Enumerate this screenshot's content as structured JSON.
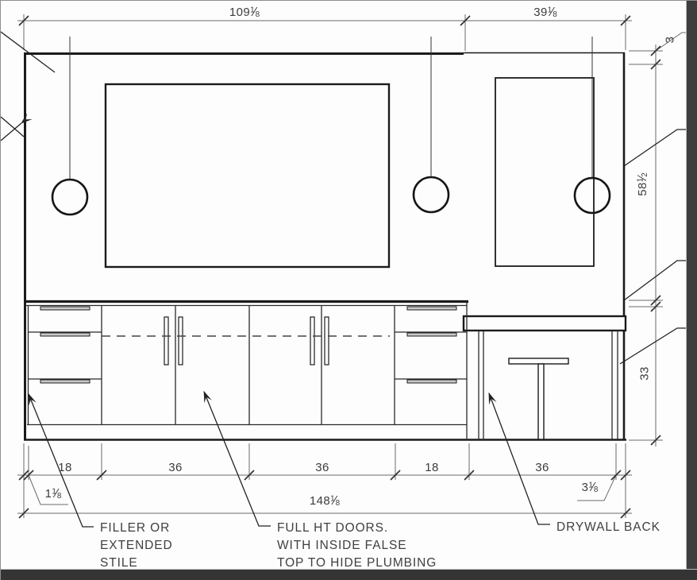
{
  "title": "vanity-elevation-drawing",
  "dimensions": {
    "top": {
      "width_left": "109 1/8",
      "width_right": "39 1/8"
    },
    "right": {
      "top_reveal": "3",
      "upper_height": "58 1/2",
      "lower_height": "33"
    },
    "bottom": {
      "segments": [
        "18",
        "36",
        "36",
        "18",
        "36"
      ],
      "filler": "1 1/8",
      "scribe": "3 1/8",
      "overall": "148 1/8"
    }
  },
  "notes": {
    "filler": "FILLER OR\nEXTENDED\nSTILE",
    "full_ht_doors": "FULL HT DOORS.\nWITH INSIDE FALSE\nTOP TO HIDE PLUMBING",
    "drywall": "DRYWALL BACK"
  },
  "colors": {
    "object_line": "#1b1b1b",
    "dim_line": "#6a6a6a",
    "page_edge": "#3e3e3e"
  }
}
